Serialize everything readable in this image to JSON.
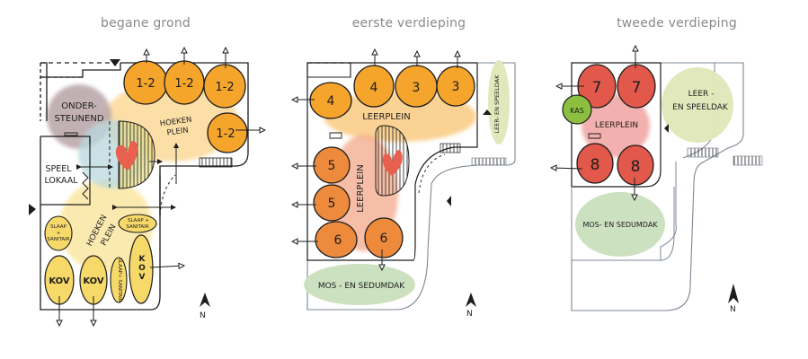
{
  "colors": {
    "orange": "#f5a42c",
    "orange_dark": "#ee8a3c",
    "red": "#e2584b",
    "yellow": "#f7d96a",
    "yellow_wash": "#fbe7a3",
    "orange_wash": "#f9c77a",
    "peach_wash": "#f3a98a",
    "pink_wash": "#f0a3a0",
    "mauve": "#b8a4a7",
    "teal_wash": "#b9d9df",
    "green_wash": "#c9dfbd",
    "lime_wash": "#dfe8b8",
    "kas_green": "#8cbf3f",
    "heart": "#e8614f",
    "ink": "#1d1d1d",
    "grey_ink": "#7d8794",
    "title": "#8a8a8a"
  },
  "panels": [
    {
      "title": "begane grond",
      "rooms": [
        {
          "label": "1-2"
        },
        {
          "label": "1-2"
        },
        {
          "label": "1-2"
        },
        {
          "label": "1-2"
        }
      ],
      "zones": {
        "ondersteunend": "ONDER-",
        "ondersteunend_2": "STEUNEND",
        "hoekenplein_top": "HOEKEN",
        "hoekenplein_top_2": "PLEIN",
        "speellokaal": "SPEEL",
        "speellokaal_2": "LOKAAL",
        "hoekenplein_bottom": "HOEKEN",
        "hoekenplein_bottom_2": "PLEIN",
        "slaap_sanitair_1": "SLAAP",
        "slaap_sanitair_1_plus": "+",
        "slaap_sanitair_1_2": "SANITAIR",
        "slaap_sanitair_2": "SLAAP +",
        "slaap_sanitair_2_2": "SANITAIR",
        "slaap_sanitair_3": "SLAAP+ SANITAIR",
        "kov": [
          "KOV",
          "KOV",
          "KOV"
        ]
      },
      "north": "N"
    },
    {
      "title": "eerste verdieping",
      "rooms": [
        {
          "label": "4"
        },
        {
          "label": "4"
        },
        {
          "label": "3"
        },
        {
          "label": "3"
        },
        {
          "label": "5"
        },
        {
          "label": "5"
        },
        {
          "label": "6"
        },
        {
          "label": "6"
        }
      ],
      "zones": {
        "leerplein_h": "LEERPLEIN",
        "leerplein_v": "LEERPLEIN",
        "leer_speeldak": "LEER- EN SPEELDAK",
        "mos_sedumdak": "MOS - EN SEDUMDAK"
      },
      "north": "N"
    },
    {
      "title": "tweede verdieping",
      "rooms": [
        {
          "label": "7"
        },
        {
          "label": "7"
        },
        {
          "label": "8"
        },
        {
          "label": "8"
        }
      ],
      "zones": {
        "kas": "KAS",
        "leerplein": "LEERPLEIN",
        "leer_speeldak": "LEER -",
        "leer_speeldak_2": "EN SPEELDAK",
        "mos_sedumdak": "MOS- EN SEDUMDAK"
      },
      "north": "N"
    }
  ]
}
